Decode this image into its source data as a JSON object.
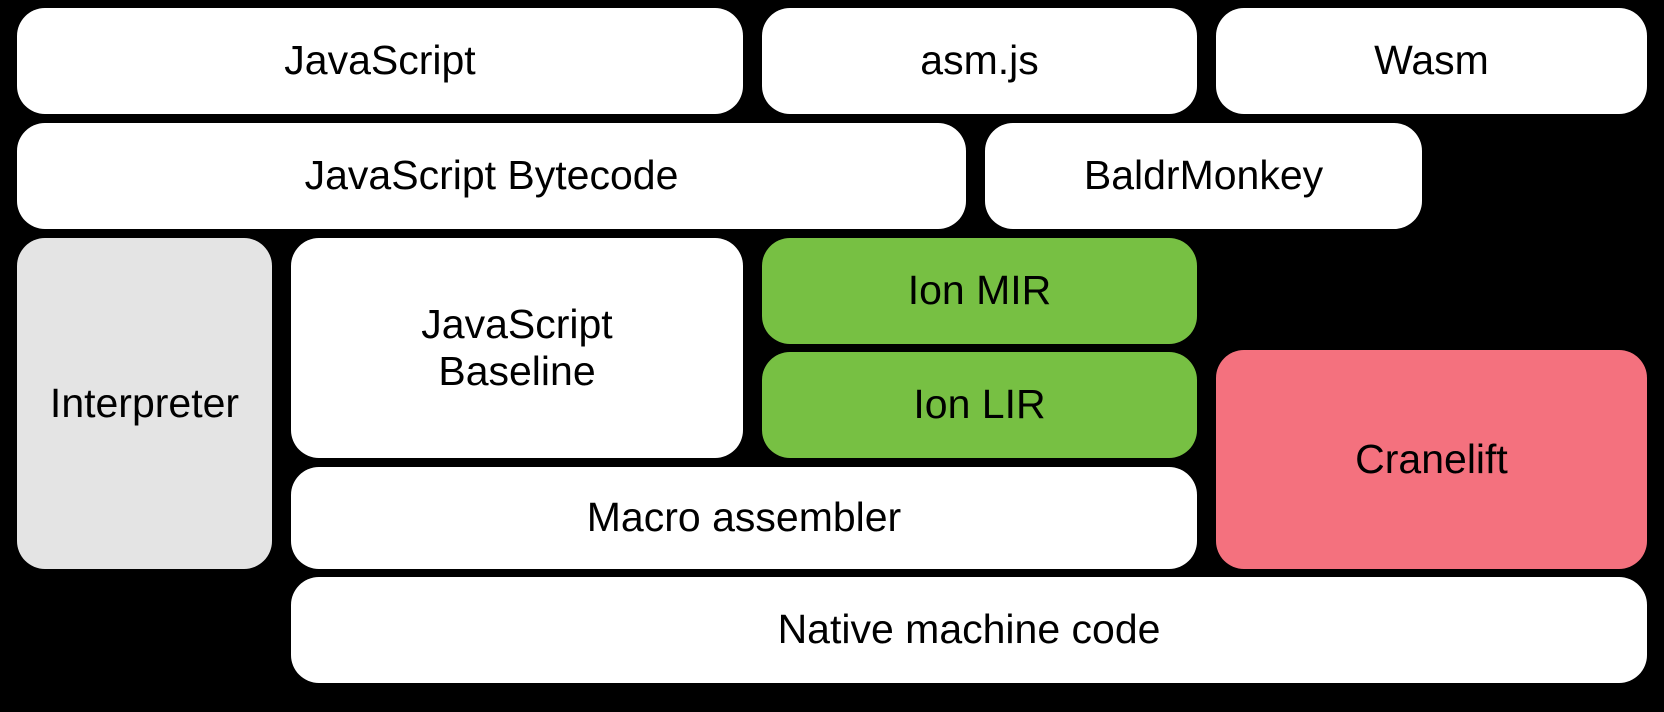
{
  "colors": {
    "background": "#000000",
    "box_white": "#ffffff",
    "box_gray": "#e4e4e4",
    "box_green": "#77c043",
    "box_pink": "#f4717e",
    "text": "#000000"
  },
  "nodes": {
    "javascript": {
      "label": "JavaScript",
      "color": "#ffffff"
    },
    "asmjs": {
      "label": "asm.js",
      "color": "#ffffff"
    },
    "wasm": {
      "label": "Wasm",
      "color": "#ffffff"
    },
    "javascript_bytecode": {
      "label": "JavaScript Bytecode",
      "color": "#ffffff"
    },
    "baldrmonkey": {
      "label": "BaldrMonkey",
      "color": "#ffffff"
    },
    "interpreter": {
      "label": "Interpreter",
      "color": "#e4e4e4"
    },
    "javascript_baseline": {
      "label": "JavaScript\nBaseline",
      "color": "#ffffff"
    },
    "ion_mir": {
      "label": "Ion MIR",
      "color": "#77c043"
    },
    "ion_lir": {
      "label": "Ion LIR",
      "color": "#77c043"
    },
    "cranelift": {
      "label": "Cranelift",
      "color": "#f4717e"
    },
    "macro_assembler": {
      "label": "Macro assembler",
      "color": "#ffffff"
    },
    "native_machine_code": {
      "label": "Native machine code",
      "color": "#ffffff"
    }
  }
}
